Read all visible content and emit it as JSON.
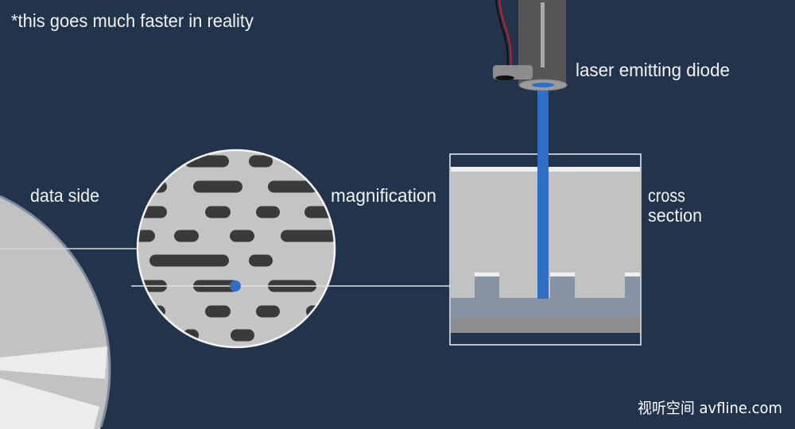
{
  "note": "*this goes much faster in reality",
  "labels": {
    "laser": "laser emitting diode",
    "data_side": "data side",
    "magnification": "magnification",
    "cross_line1": "cross",
    "cross_line2": "section"
  },
  "watermark": "视听空间 avfline.com",
  "colors": {
    "background": "#22344c",
    "disc": "#c2c2c2",
    "pit": "#3a3a3a",
    "laser_beam": "#2f6ec6",
    "substrate": "#8693a3"
  }
}
